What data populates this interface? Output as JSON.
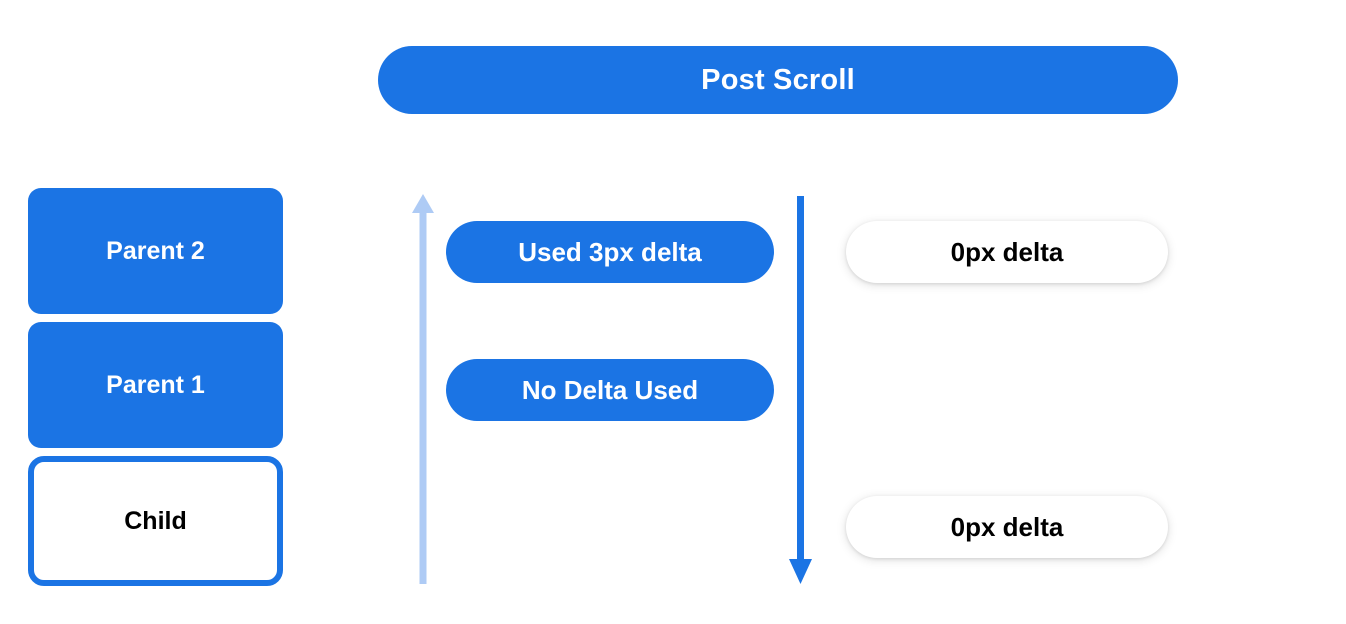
{
  "diagram": {
    "title": "Post Scroll",
    "background_color": "#FFFFFF",
    "accent_blue": "#1B74E4",
    "light_blue": "#AECBF5",
    "text_dark": "#000000",
    "text_light": "#FFFFFF"
  },
  "header": {
    "label": "Post Scroll"
  },
  "stack": {
    "boxes": [
      {
        "label": "Parent 2",
        "style": "filled"
      },
      {
        "label": "Parent 1",
        "style": "filled"
      },
      {
        "label": "Child",
        "style": "outlined"
      }
    ]
  },
  "arrows": [
    {
      "name": "scroll-up-arrow",
      "direction": "up",
      "color": "#AECBF5",
      "label": ""
    },
    {
      "name": "scroll-down-arrow",
      "direction": "down",
      "color": "#1B74E4",
      "label": ""
    }
  ],
  "center_pills": [
    {
      "label": "Used 3px delta"
    },
    {
      "label": "No Delta Used"
    }
  ],
  "right_pills": [
    {
      "label": "0px delta"
    },
    {
      "label": "0px delta"
    }
  ]
}
